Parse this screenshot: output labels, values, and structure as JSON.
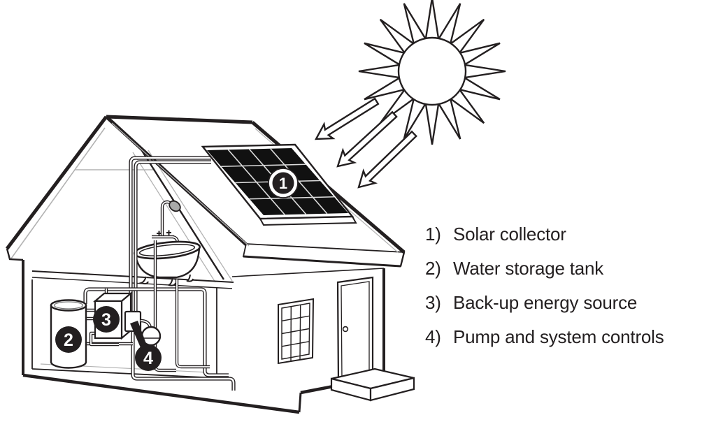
{
  "figure": {
    "type": "technical-diagram",
    "subject": "Solar water heating system in a house cutaway",
    "background_color": "#ffffff",
    "line_color": "#231f20",
    "panel_fill_color": "#111111"
  },
  "legend": {
    "items": [
      {
        "number": "1)",
        "label": "Solar collector"
      },
      {
        "number": "2)",
        "label": "Water storage tank"
      },
      {
        "number": "3)",
        "label": "Back-up energy source"
      },
      {
        "number": "4)",
        "label": "Pump and system controls"
      }
    ]
  },
  "callouts": [
    {
      "number": "1",
      "target": "solar-collector"
    },
    {
      "number": "2",
      "target": "water-storage-tank"
    },
    {
      "number": "3",
      "target": "back-up-energy-source"
    },
    {
      "number": "4",
      "target": "pump-and-system-controls"
    }
  ],
  "icons": {
    "sun": "sun-icon",
    "arrows": "sun-ray-arrows"
  }
}
